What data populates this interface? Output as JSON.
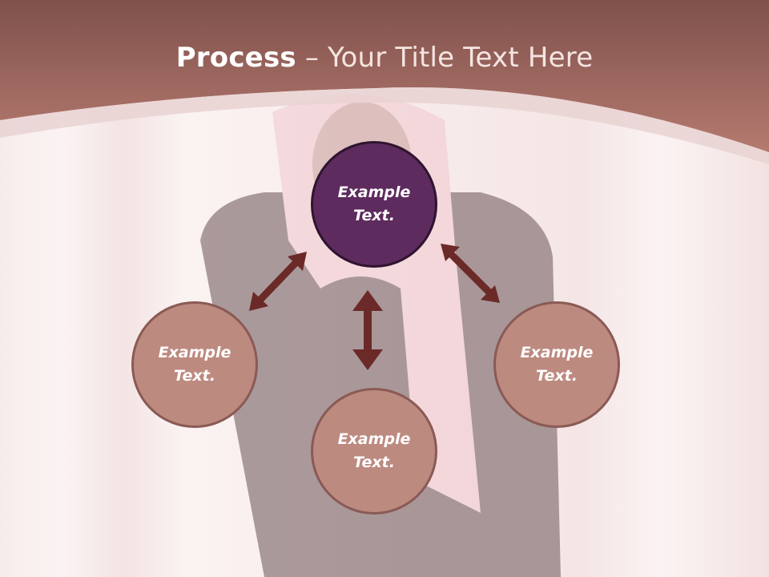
{
  "title": {
    "bold": "Process",
    "rest": " – Your Title Text Here"
  },
  "diagram": {
    "center_node": "Example Text.",
    "left_node": "Example Text.",
    "right_node": "Example Text.",
    "bottom_node": "Example Text."
  },
  "colors": {
    "header": "#a56a62",
    "center_node": "#5e2b5e",
    "outer_node": "#bd8a80",
    "arrow": "#6b2a28"
  }
}
